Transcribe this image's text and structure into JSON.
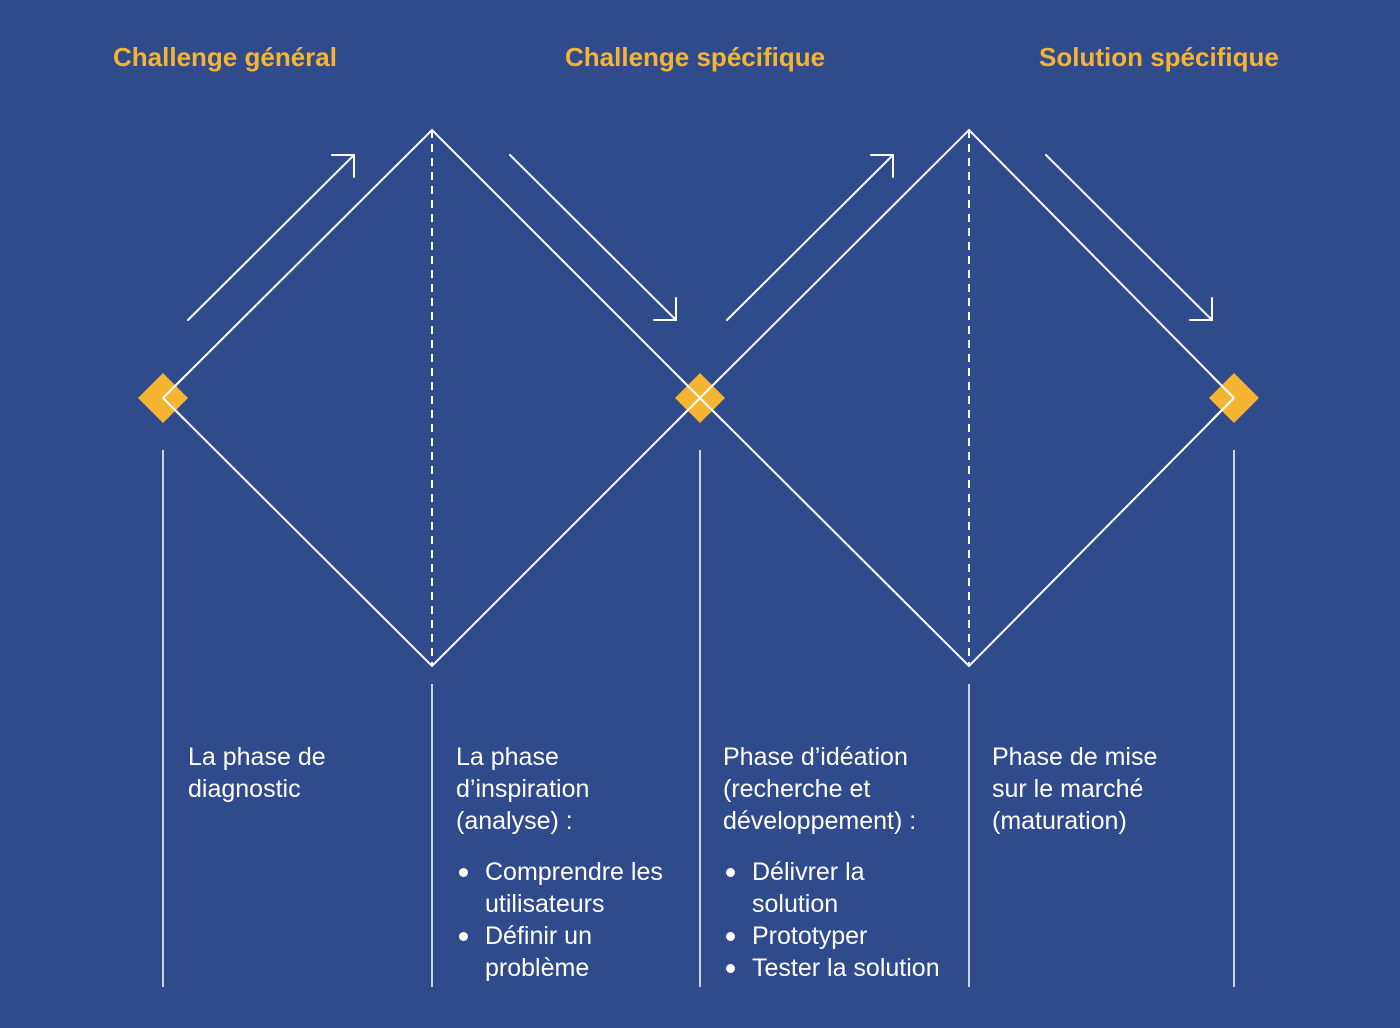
{
  "colors": {
    "background": "#2f4b8c",
    "accent": "#f5b533",
    "line": "#ffffff"
  },
  "stages": [
    "Challenge général",
    "Challenge spécifique",
    "Solution spécifique"
  ],
  "phases": [
    {
      "heading": "La phase de\ndiagnostic",
      "bullets": []
    },
    {
      "heading": "La phase\nd’inspiration\n(analyse) :",
      "bullets": [
        "Comprendre les\nutilisateurs",
        "Définir un\nproblème"
      ]
    },
    {
      "heading": "Phase d’idéation\n(recherche et\ndéveloppement) :",
      "bullets": [
        "Délivrer la\nsolution",
        "Prototyper",
        "Tester la solution"
      ]
    },
    {
      "heading": "Phase de mise\nsur le marché\n(maturation)",
      "bullets": []
    }
  ]
}
